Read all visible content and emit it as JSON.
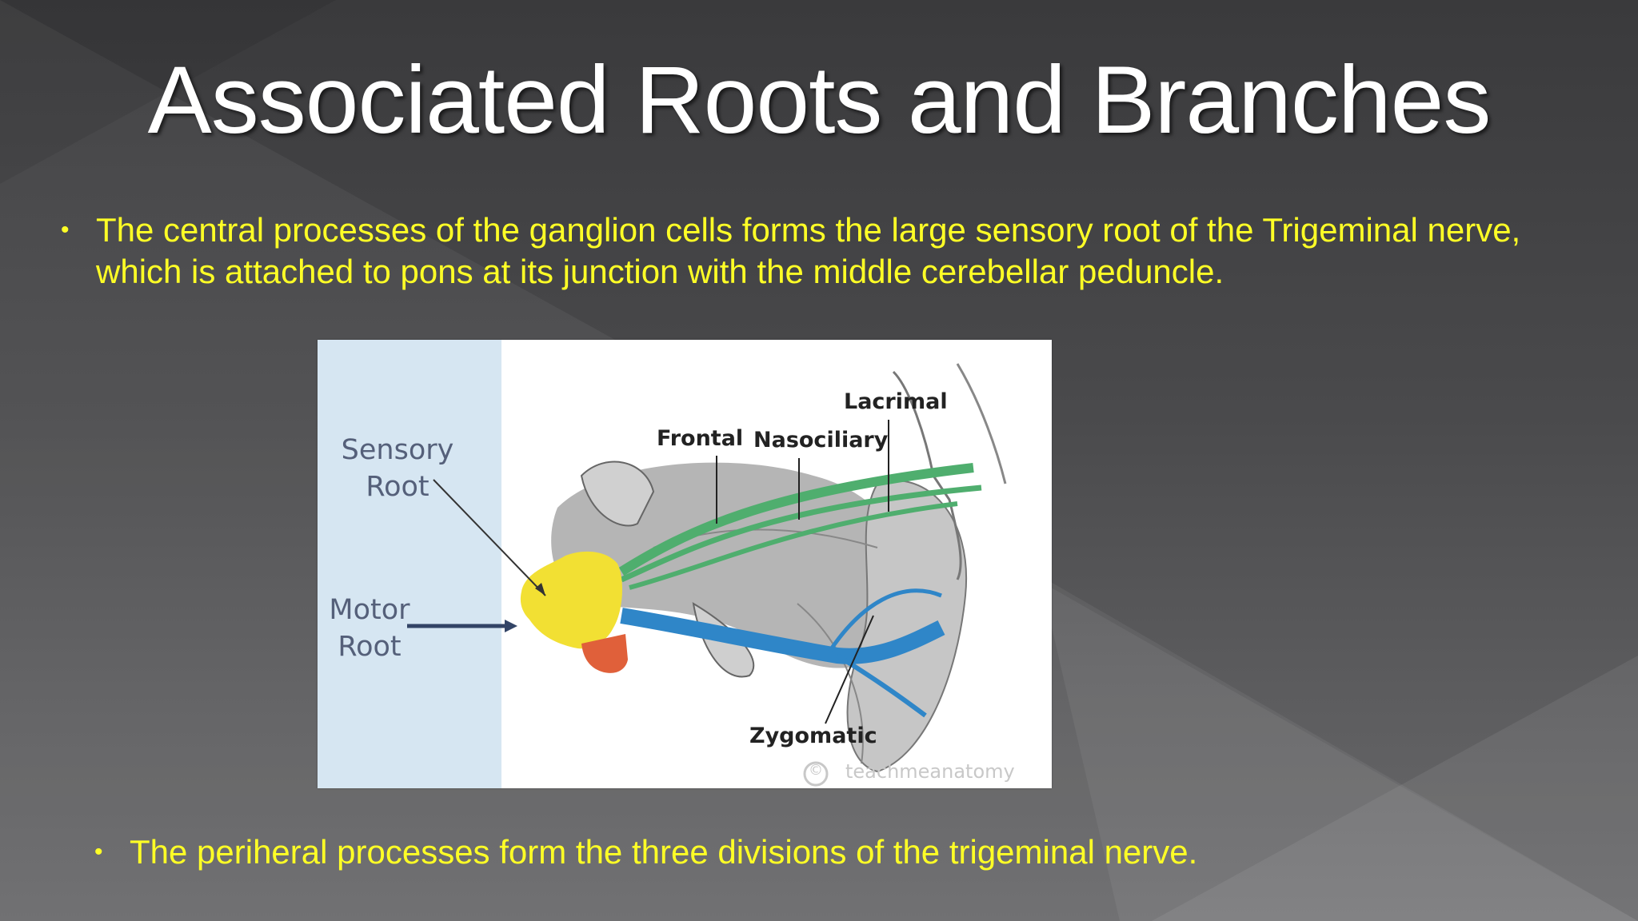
{
  "slide": {
    "title": "Associated Roots and Branches",
    "bullets": [
      "The central processes of the ganglion cells forms the large sensory root of the Trigeminal nerve, which is attached to pons at its junction with the middle cerebellar peduncle.",
      "The periheral processes form the three divisions of the trigeminal nerve."
    ],
    "bullet_symbol": "•",
    "colors": {
      "title": "#ffffff",
      "bullet_text": "#ffff26",
      "background": "#4a4a4c"
    }
  },
  "figure": {
    "labels": {
      "sensory_root": [
        "Sensory",
        "Root"
      ],
      "motor_root": [
        "Motor",
        "Root"
      ],
      "frontal": "Frontal",
      "nasociliary": "Nasociliary",
      "lacrimal": "Lacrimal",
      "zygomatic": "Zygomatic"
    },
    "watermark": "teachmeanatomy",
    "watermark_symbol": "©",
    "colors": {
      "sensory_root": "#f2e033",
      "motor_root": "#e0603a",
      "nerve_green": "#4fae6e",
      "nerve_blue": "#2f86c8",
      "panel": "#d6e6f2"
    }
  }
}
